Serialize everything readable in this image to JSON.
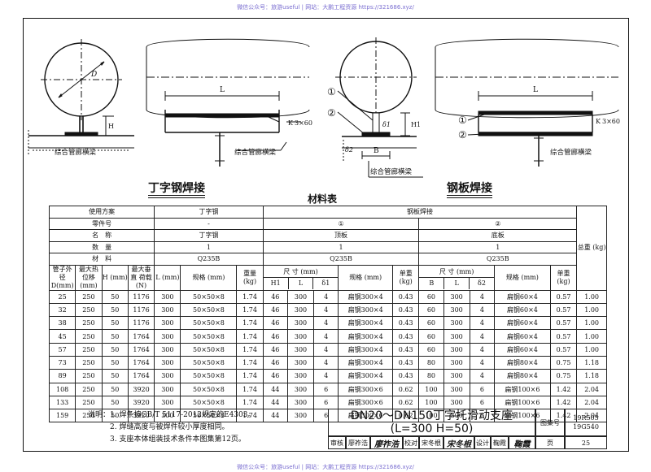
{
  "watermark": "微信公众号：旅游useful  |  网站：大鹏工程资源 https://321686.xyz/",
  "drawings": {
    "left": {
      "dim_D": "D",
      "dim_H": "H",
      "dim_L": "L",
      "weld": "3×60",
      "beam_label": "综合管廊横梁",
      "weld_symbol": "K"
    },
    "right": {
      "mark1": "①",
      "mark2": "②",
      "dim_L": "L",
      "dim_H1": "H1",
      "dim_B": "B",
      "dim_d1": "δ1",
      "dim_d2": "δ2",
      "weld": "3×60",
      "beam_label": "综合管廊横梁",
      "weld_symbol": "K"
    }
  },
  "section_titles": {
    "left": "丁字钢焊接",
    "right": "钢板焊接"
  },
  "material_table": {
    "title": "材料表",
    "row_use": {
      "label": "使用方案",
      "a": "丁字钢",
      "b": "钢板焊接"
    },
    "row_part": {
      "label": "零件号",
      "a": "-",
      "b1": "①",
      "b2": "②"
    },
    "row_name": {
      "label": "名　称",
      "a": "丁字钢",
      "b1": "顶板",
      "b2": "底板"
    },
    "row_qty": {
      "label": "数　量",
      "a": "1",
      "b1": "1",
      "b2": "1"
    },
    "row_mat": {
      "label": "材　料",
      "a": "Q235B",
      "b1": "Q235B",
      "b2": "Q235B"
    },
    "total_weight": "总重 (kg)",
    "col_heads": {
      "pipe_od": "管子外径 D(mm)",
      "max_heat": "最大热 位移(mm)",
      "h": "H (mm)",
      "max_load": "最大垂直 荷载(N)",
      "l": "L (mm)",
      "spec": "规格 (mm)",
      "weight": "重量 (kg)",
      "size": "尺 寸 (mm)",
      "h1": "H1",
      "l2": "L",
      "d1": "δ1",
      "spec1": "规格 (mm)",
      "unit_w1": "单重 (kg)",
      "size2": "尺 寸 (mm)",
      "b": "B",
      "l3": "L",
      "d2": "δ2",
      "spec2": "规格 (mm)",
      "unit_w2": "单重 (kg)"
    },
    "rows": [
      [
        "25",
        "250",
        "50",
        "1176",
        "300",
        "50×50×8",
        "1.74",
        "46",
        "300",
        "4",
        "扁钢300×4",
        "0.43",
        "60",
        "300",
        "4",
        "扁钢60×4",
        "0.57",
        "1.00"
      ],
      [
        "32",
        "250",
        "50",
        "1176",
        "300",
        "50×50×8",
        "1.74",
        "46",
        "300",
        "4",
        "扁钢300×4",
        "0.43",
        "60",
        "300",
        "4",
        "扁钢60×4",
        "0.57",
        "1.00"
      ],
      [
        "38",
        "250",
        "50",
        "1176",
        "300",
        "50×50×8",
        "1.74",
        "46",
        "300",
        "4",
        "扁钢300×4",
        "0.43",
        "60",
        "300",
        "4",
        "扁钢60×4",
        "0.57",
        "1.00"
      ],
      [
        "45",
        "250",
        "50",
        "1764",
        "300",
        "50×50×8",
        "1.74",
        "46",
        "300",
        "4",
        "扁钢300×4",
        "0.43",
        "60",
        "300",
        "4",
        "扁钢60×4",
        "0.57",
        "1.00"
      ],
      [
        "57",
        "250",
        "50",
        "1764",
        "300",
        "50×50×8",
        "1.74",
        "46",
        "300",
        "4",
        "扁钢300×4",
        "0.43",
        "60",
        "300",
        "4",
        "扁钢60×4",
        "0.57",
        "1.00"
      ],
      [
        "73",
        "250",
        "50",
        "1764",
        "300",
        "50×50×8",
        "1.74",
        "46",
        "300",
        "4",
        "扁钢300×4",
        "0.43",
        "80",
        "300",
        "4",
        "扁钢80×4",
        "0.75",
        "1.18"
      ],
      [
        "89",
        "250",
        "50",
        "1764",
        "300",
        "50×50×8",
        "1.74",
        "46",
        "300",
        "4",
        "扁钢300×4",
        "0.43",
        "80",
        "300",
        "4",
        "扁钢80×4",
        "0.75",
        "1.18"
      ],
      [
        "108",
        "250",
        "50",
        "3920",
        "300",
        "50×50×8",
        "1.74",
        "44",
        "300",
        "6",
        "扁钢300×6",
        "0.62",
        "100",
        "300",
        "6",
        "扁钢100×6",
        "1.42",
        "2.04"
      ],
      [
        "133",
        "250",
        "50",
        "3920",
        "300",
        "50×50×8",
        "1.74",
        "44",
        "300",
        "6",
        "扁钢300×6",
        "0.62",
        "100",
        "300",
        "6",
        "扁钢100×6",
        "1.42",
        "2.04"
      ],
      [
        "159",
        "250",
        "50",
        "3920",
        "300",
        "50×50×8",
        "1.74",
        "44",
        "300",
        "6",
        "扁钢300×6",
        "0.62",
        "100",
        "300",
        "6",
        "扁钢100×6",
        "1.42",
        "2.04"
      ]
    ]
  },
  "notes": {
    "prefix": "说明：",
    "items": [
      "1. 焊条按GB/T 5117-2012规定的E4303。",
      "2. 焊缝高度与被焊件较小厚度相同。",
      "3. 支座本体组装技术条件本图集第12页。"
    ]
  },
  "title_block": {
    "title_line1": "DN20～DN150丁字托滑动支座",
    "title_line2": "(L=300 H=50)",
    "atlas_label": "图集号",
    "atlas_no1": "19R505",
    "atlas_no2": "19G540",
    "review_label": "审核",
    "reviewer": "廖祚浩",
    "reviewer_sig": "廖祚浩",
    "check_label": "校对",
    "checker": "宋冬根",
    "checker_sig": "宋冬根",
    "design_label": "设计",
    "designer": "鞠霞",
    "designer_sig": "鞠霞",
    "page_label": "页",
    "page_no": "25"
  }
}
